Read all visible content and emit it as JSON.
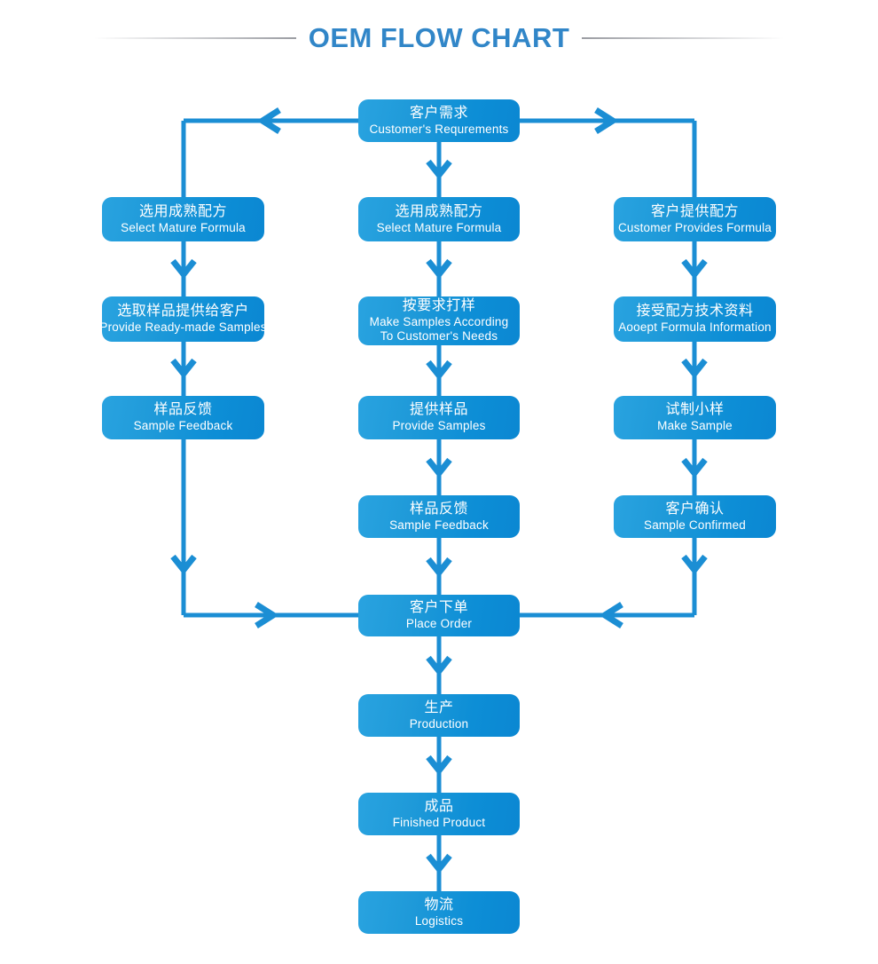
{
  "title": "OEM FLOW CHART",
  "theme": {
    "node_fill_light": "#29a3e0",
    "node_fill_dark": "#0b87d2",
    "connector": "#1b8ed4",
    "title_color": "#3186c8",
    "rule_color": "#96989e",
    "text_color": "#ffffff",
    "background": "#ffffff"
  },
  "chart_data": {
    "type": "diagram",
    "title": "OEM FLOW CHART",
    "orientation": "top-down, three branches",
    "nodes": [
      {
        "id": "start",
        "cn": "客户需求",
        "en": "Customer's Requrements",
        "column": "center",
        "row": 0
      },
      {
        "id": "l1",
        "cn": "选用成熟配方",
        "en": "Select Mature Formula",
        "column": "left",
        "row": 1
      },
      {
        "id": "c1",
        "cn": "选用成熟配方",
        "en": "Select Mature Formula",
        "column": "center",
        "row": 1
      },
      {
        "id": "r1",
        "cn": "客户提供配方",
        "en": "Customer Provides Formula",
        "column": "right",
        "row": 1
      },
      {
        "id": "l2",
        "cn": "选取样品提供给客户",
        "en": "Provide Ready-made Samples",
        "column": "left",
        "row": 2
      },
      {
        "id": "c2",
        "cn": "按要求打样",
        "en": "Make Samples According To Customer's Needs",
        "en_line1": "Make Samples According",
        "en_line2": "To Customer's Needs",
        "column": "center",
        "row": 2
      },
      {
        "id": "r2",
        "cn": "接受配方技术资料",
        "en": "Aooept Formula Information",
        "column": "right",
        "row": 2
      },
      {
        "id": "l3",
        "cn": "样品反馈",
        "en": "Sample Feedback",
        "column": "left",
        "row": 3
      },
      {
        "id": "c3",
        "cn": "提供样品",
        "en": "Provide Samples",
        "column": "center",
        "row": 3
      },
      {
        "id": "r3",
        "cn": "试制小样",
        "en": "Make Sample",
        "column": "right",
        "row": 3
      },
      {
        "id": "c4",
        "cn": "样品反馈",
        "en": "Sample Feedback",
        "column": "center",
        "row": 4
      },
      {
        "id": "r4",
        "cn": "客户确认",
        "en": "Sample Confirmed",
        "column": "right",
        "row": 4
      },
      {
        "id": "order",
        "cn": "客户下单",
        "en": "Place Order",
        "column": "center",
        "row": 5
      },
      {
        "id": "production",
        "cn": "生产",
        "en": "Production",
        "column": "center",
        "row": 6
      },
      {
        "id": "finished",
        "cn": "成品",
        "en": "Finished Product",
        "column": "center",
        "row": 7
      },
      {
        "id": "logistics",
        "cn": "物流",
        "en": "Logistics",
        "column": "center",
        "row": 8
      }
    ],
    "edges": [
      {
        "from": "start",
        "to": "l1",
        "path": "left-branch"
      },
      {
        "from": "start",
        "to": "c1",
        "path": "down"
      },
      {
        "from": "start",
        "to": "r1",
        "path": "right-branch"
      },
      {
        "from": "l1",
        "to": "l2",
        "path": "down"
      },
      {
        "from": "l2",
        "to": "l3",
        "path": "down"
      },
      {
        "from": "l3",
        "to": "order",
        "path": "down-then-right"
      },
      {
        "from": "c1",
        "to": "c2",
        "path": "down"
      },
      {
        "from": "c2",
        "to": "c3",
        "path": "down"
      },
      {
        "from": "c3",
        "to": "c4",
        "path": "down"
      },
      {
        "from": "c4",
        "to": "order",
        "path": "down"
      },
      {
        "from": "r1",
        "to": "r2",
        "path": "down"
      },
      {
        "from": "r2",
        "to": "r3",
        "path": "down"
      },
      {
        "from": "r3",
        "to": "r4",
        "path": "down"
      },
      {
        "from": "r4",
        "to": "order",
        "path": "down-then-left"
      },
      {
        "from": "order",
        "to": "production",
        "path": "down"
      },
      {
        "from": "production",
        "to": "finished",
        "path": "down"
      },
      {
        "from": "finished",
        "to": "logistics",
        "path": "down"
      }
    ]
  },
  "nodes": {
    "start": {
      "cn": "客户需求",
      "en": "Customer's Requrements"
    },
    "l1": {
      "cn": "选用成熟配方",
      "en": "Select Mature Formula"
    },
    "c1": {
      "cn": "选用成熟配方",
      "en": "Select Mature Formula"
    },
    "r1": {
      "cn": "客户提供配方",
      "en": "Customer Provides Formula"
    },
    "l2": {
      "cn": "选取样品提供给客户",
      "en": "Provide Ready-made Samples"
    },
    "c2": {
      "cn": "按要求打样",
      "en_line1": "Make Samples According",
      "en_line2": "To Customer's Needs"
    },
    "r2": {
      "cn": "接受配方技术资料",
      "en": "Aooept Formula Information"
    },
    "l3": {
      "cn": "样品反馈",
      "en": "Sample Feedback"
    },
    "c3": {
      "cn": "提供样品",
      "en": "Provide Samples"
    },
    "r3": {
      "cn": "试制小样",
      "en": "Make Sample"
    },
    "c4": {
      "cn": "样品反馈",
      "en": "Sample Feedback"
    },
    "r4": {
      "cn": "客户确认",
      "en": "Sample Confirmed"
    },
    "order": {
      "cn": "客户下单",
      "en": "Place Order"
    },
    "production": {
      "cn": "生产",
      "en": "Production"
    },
    "finished": {
      "cn": "成品",
      "en": "Finished Product"
    },
    "logistics": {
      "cn": "物流",
      "en": "Logistics"
    }
  }
}
